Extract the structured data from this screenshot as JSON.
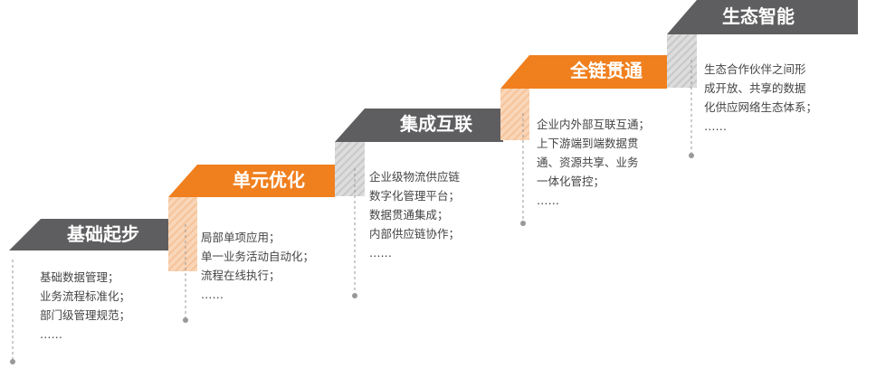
{
  "colors": {
    "orange": "#F07F1E",
    "orange_face": "#F9CFAE",
    "gray": "#5E5E60",
    "gray_face": "#D7D7D7",
    "dashed": "#999999",
    "text": "#444444"
  },
  "steps": [
    {
      "title": "基础起步",
      "color": "gray",
      "items": [
        "基础数据管理；",
        "业务流程标准化；",
        "部门级管理规范；",
        "……"
      ]
    },
    {
      "title": "单元优化",
      "color": "orange",
      "items": [
        "局部单项应用；",
        "单一业务活动自动化；",
        "流程在线执行；",
        "……"
      ]
    },
    {
      "title": "集成互联",
      "color": "gray",
      "items": [
        "企业级物流供应链",
        "数字化管理平台；",
        "数据贯通集成；",
        "内部供应链协作；",
        "……"
      ]
    },
    {
      "title": "全链贯通",
      "color": "orange",
      "items": [
        "企业内外部互联互通；",
        "上下游端到端数据贯",
        "通、资源共享、业务",
        "一体化管控；",
        "……"
      ]
    },
    {
      "title": "生态智能",
      "color": "gray",
      "items": [
        "生态合作伙伴之间形",
        "成开放、共享的数据",
        "化供应网络生态体系；",
        "……"
      ]
    }
  ]
}
